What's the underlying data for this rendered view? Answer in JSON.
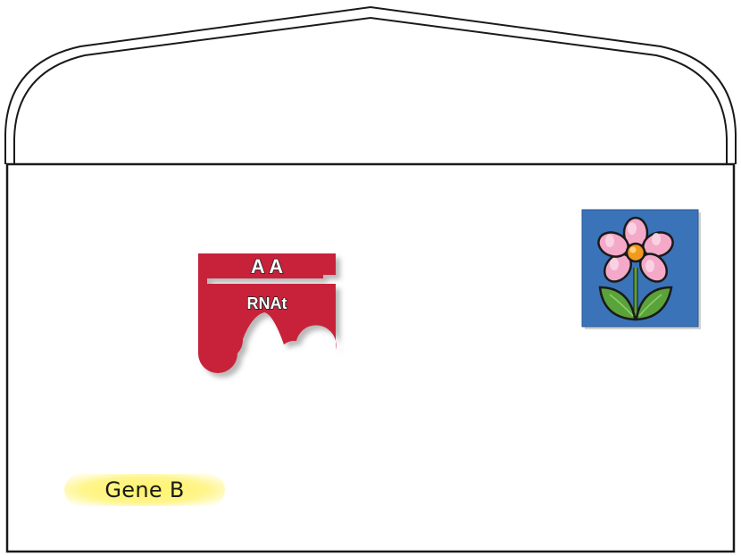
{
  "trna": {
    "anticodon": "A A",
    "label": "RNAt",
    "color": "#c8203a"
  },
  "gene": {
    "label": "Gene B",
    "highlight_color": "#fff36a"
  },
  "flower": {
    "icon": "flower-icon",
    "background_color": "#3b73b9",
    "petal_color": "#f4a9c9",
    "center_color": "#f39a1e",
    "leaf_color": "#5aa23a"
  }
}
